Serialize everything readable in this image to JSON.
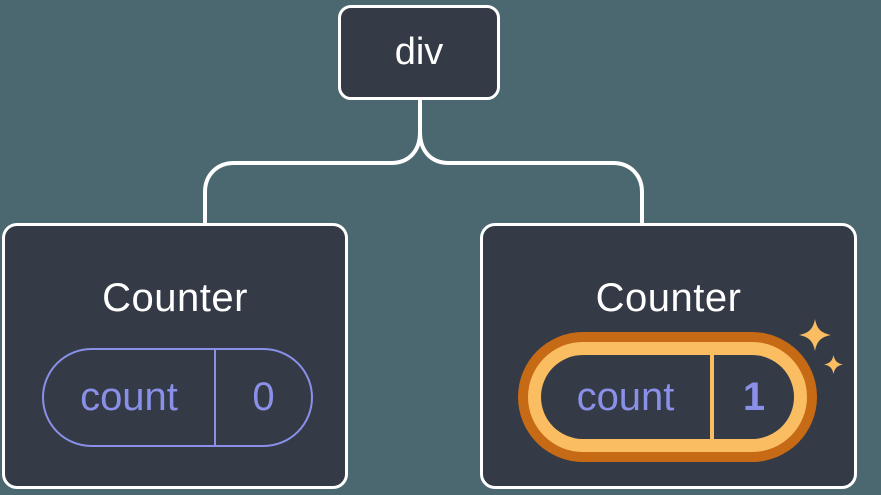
{
  "diagram": {
    "root": {
      "label": "div"
    },
    "left_counter": {
      "title": "Counter",
      "state_key": "count",
      "state_value": "0"
    },
    "right_counter": {
      "title": "Counter",
      "state_key": "count",
      "state_value": "1",
      "highlighted": true
    }
  },
  "icons": {
    "sparkle_large": "sparkle-icon",
    "sparkle_small": "sparkle-icon"
  },
  "colors": {
    "background": "#4B6770",
    "node-fill": "#343A46",
    "node-border": "#FFFFFF",
    "state-purple": "#8A90E8",
    "highlight-orange-dark": "#C76A15",
    "highlight-orange-light": "#FABD62"
  }
}
